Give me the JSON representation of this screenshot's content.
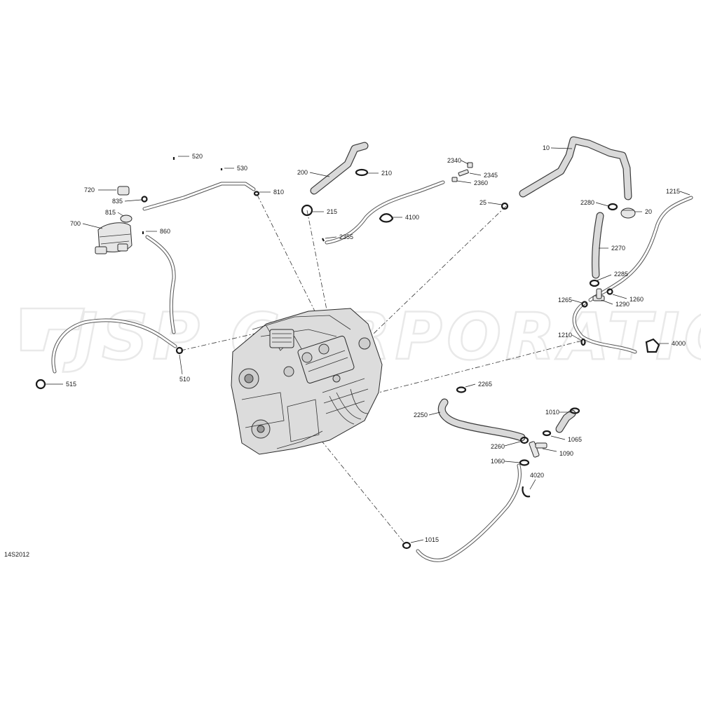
{
  "diagram_code": "14S2012",
  "watermark": "JSP CORPORATION",
  "callouts": {
    "c10": "10",
    "c20": "20",
    "c25": "25",
    "c200": "200",
    "c210": "210",
    "c215": "215",
    "c510": "510",
    "c515": "515",
    "c520": "520",
    "c530": "530",
    "c700": "700",
    "c720": "720",
    "c810": "810",
    "c815": "815",
    "c835": "835",
    "c860": "860",
    "c1010": "1010",
    "c1015": "1015",
    "c1060": "1060",
    "c1065": "1065",
    "c1090": "1090",
    "c1210": "1210",
    "c1215": "1215",
    "c1260": "1260",
    "c1265": "1265",
    "c1290": "1290",
    "c2250": "2250",
    "c2260": "2260",
    "c2265": "2265",
    "c2270": "2270",
    "c2280": "2280",
    "c2285": "2285",
    "c2340": "2340",
    "c2345": "2345",
    "c2355": "2355",
    "c2360": "2360",
    "c4000": "4000",
    "c4020": "4020",
    "c4100": "4100"
  }
}
